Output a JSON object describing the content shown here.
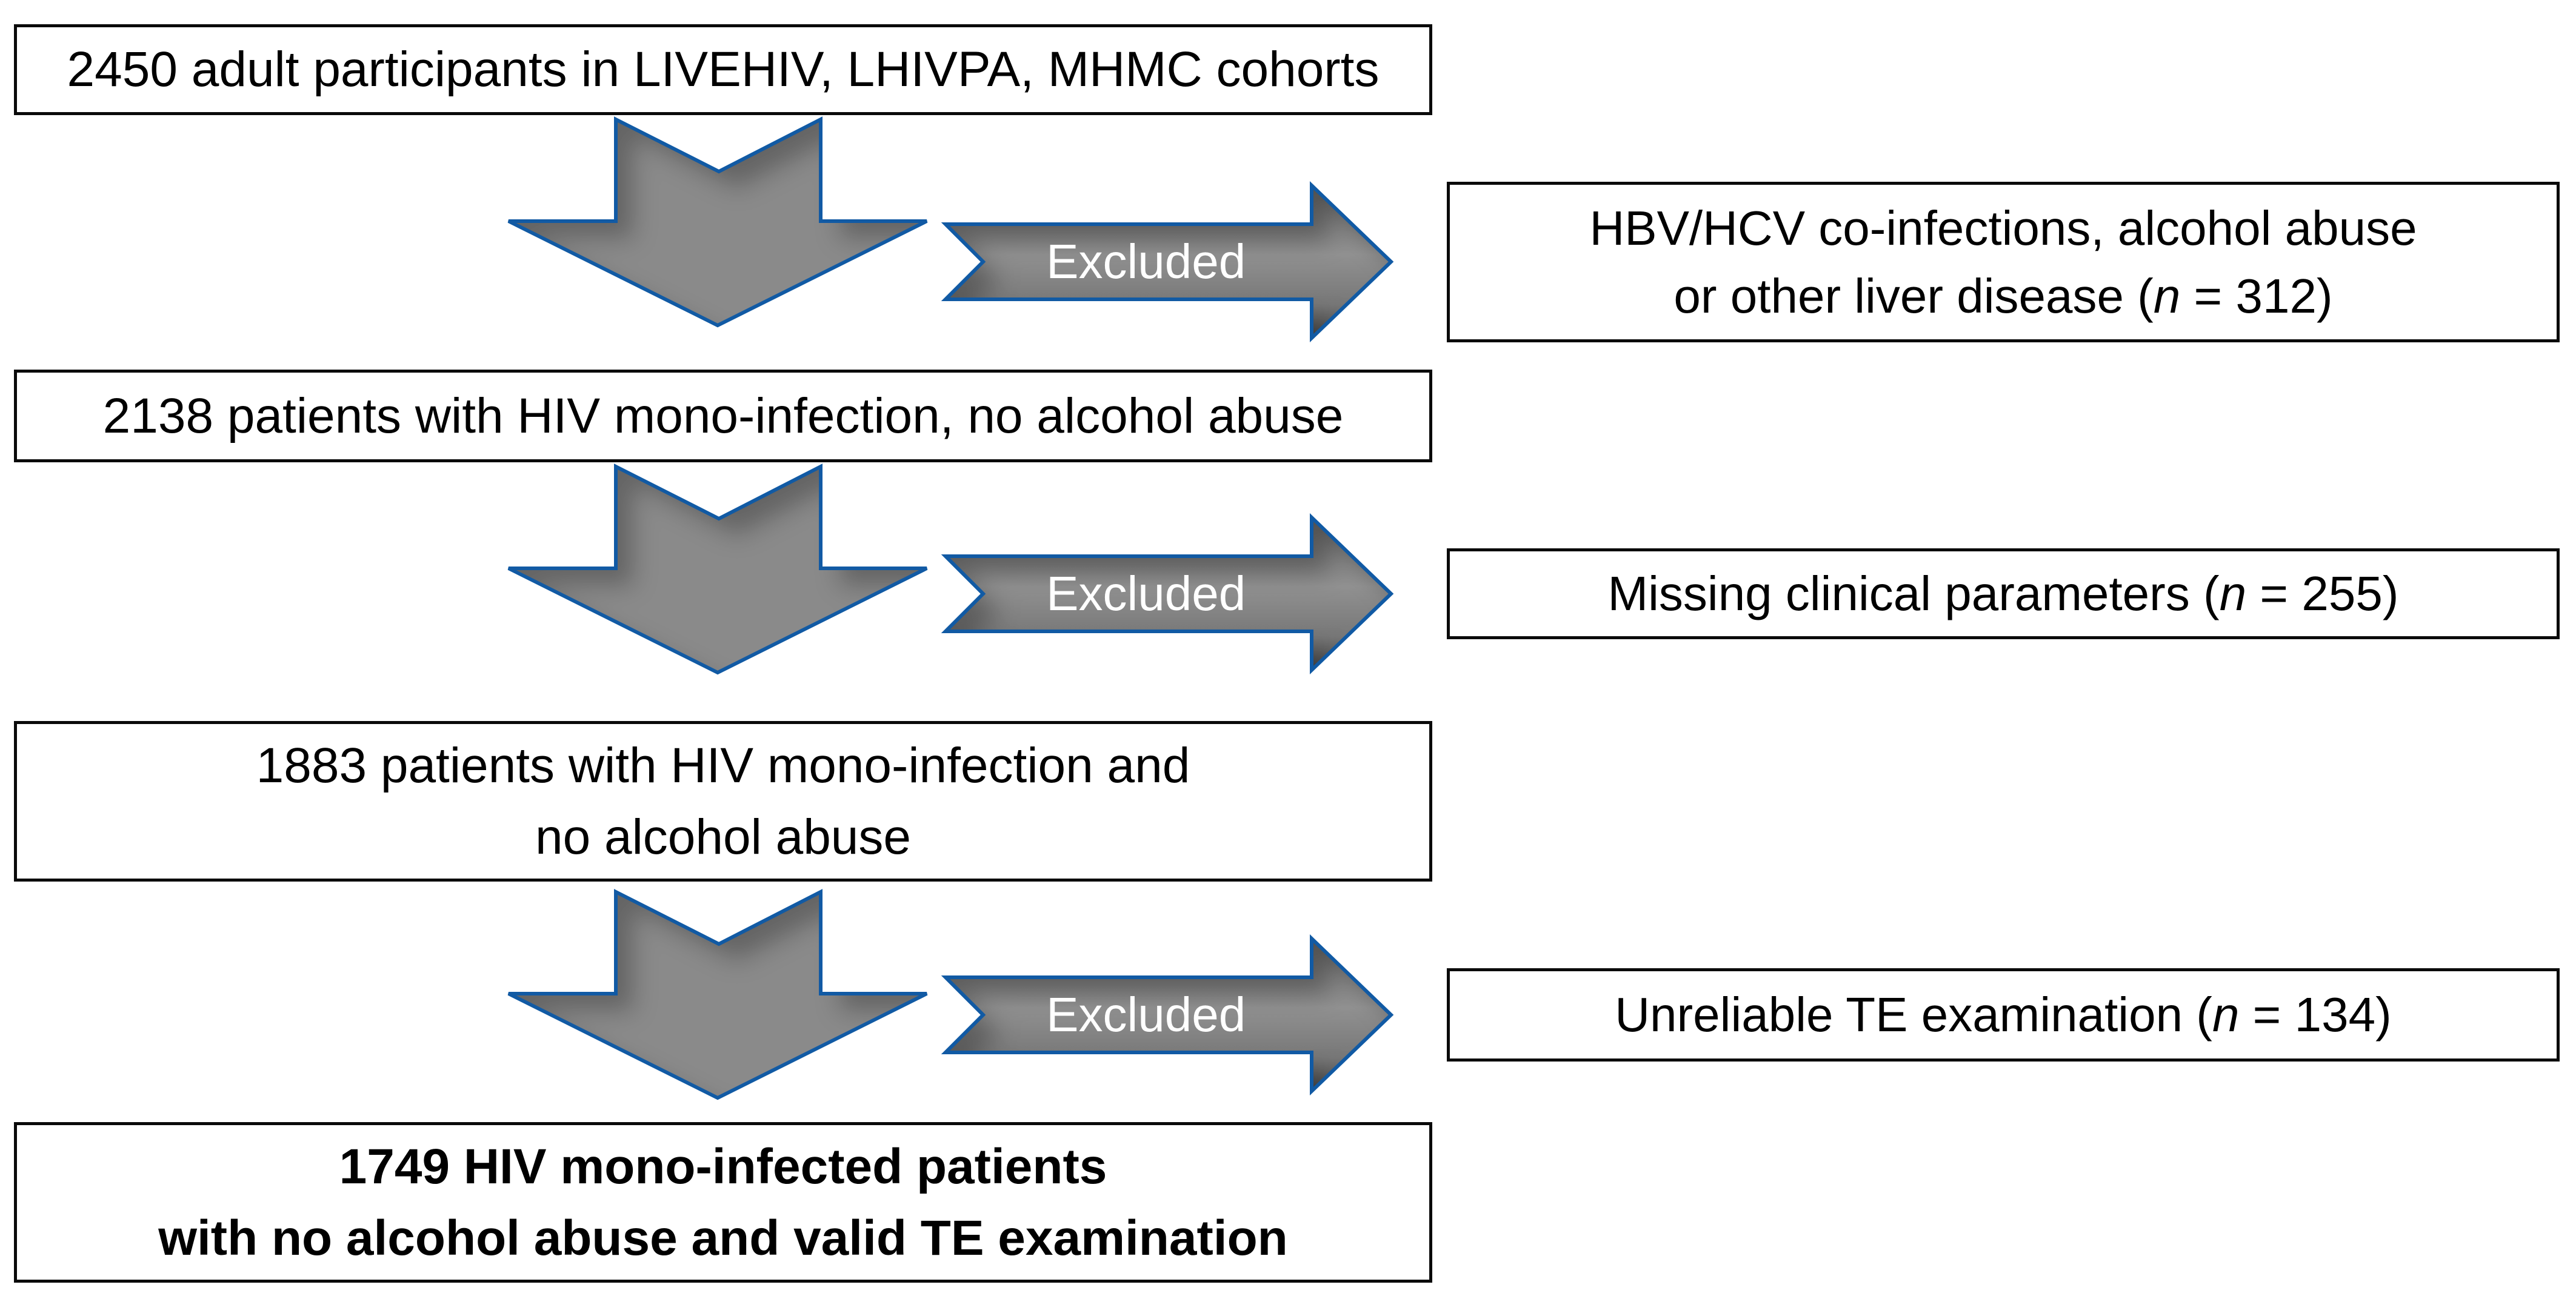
{
  "figure": {
    "kind": "patient-selection-flowchart",
    "colors": {
      "arrow_fill": "#868686",
      "arrow_border": "#115AA4",
      "box_border": "#0A0A0A",
      "box_fill": "#FFFFFF",
      "text": "#000000",
      "excluded_text": "#FFFFFF"
    },
    "boxes": [
      {
        "lines": [
          "2450 adult participants in LIVEHIV, LHIVPA, MHMC cohorts"
        ]
      },
      {
        "lines": [
          "2138 patients with HIV mono-infection, no alcohol abuse"
        ]
      },
      {
        "lines": [
          "1883 patients with HIV mono-infection and",
          "no alcohol abuse"
        ]
      },
      {
        "lines": [
          "1749 HIV mono-infected patients",
          "with no alcohol abuse and valid TE examination"
        ]
      }
    ],
    "exclusions": [
      {
        "label": "Excluded",
        "lines": [
          {
            "pre": "HBV/HCV co-infections, alcohol abuse",
            "n": "",
            "post": ""
          },
          {
            "pre": "or other liver disease (",
            "n": "n",
            "post": " = 312)"
          }
        ]
      },
      {
        "label": "Excluded",
        "lines": [
          {
            "pre": "Missing clinical parameters (",
            "n": "n",
            "post": " = 255)"
          }
        ]
      },
      {
        "label": "Excluded",
        "lines": [
          {
            "pre": "Unreliable TE examination (",
            "n": "n",
            "post": " = 134)"
          }
        ]
      }
    ]
  }
}
